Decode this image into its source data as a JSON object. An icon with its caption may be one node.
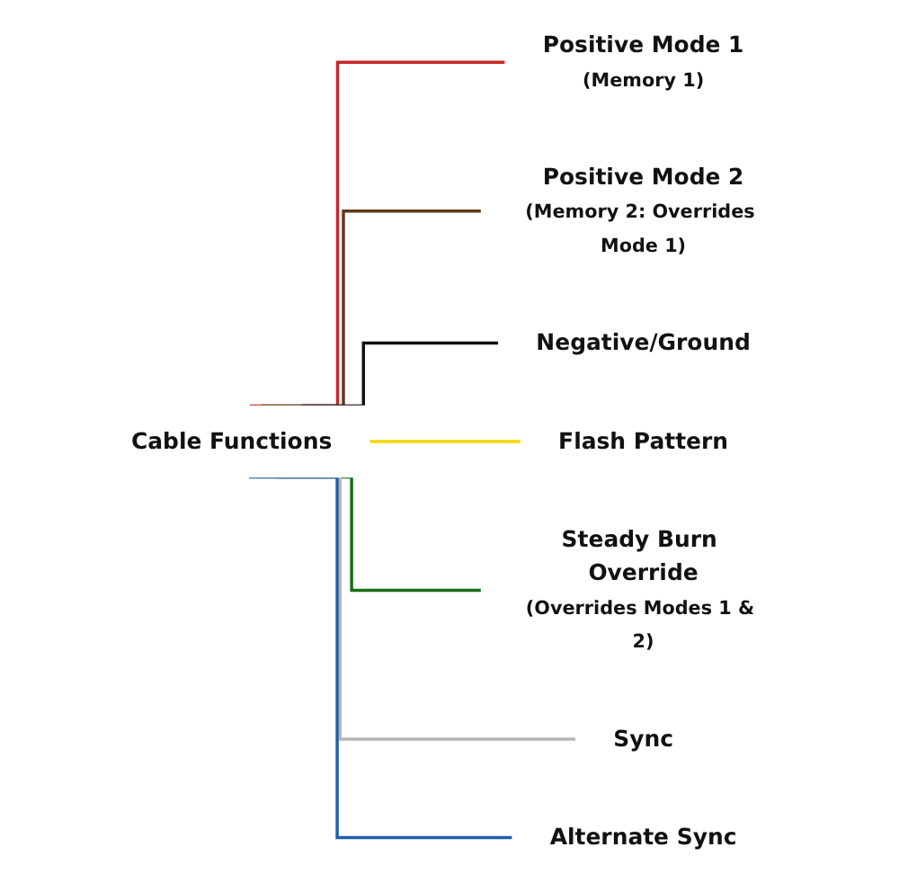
{
  "diagram": {
    "nodes": [
      {
        "text": [
          "Cable Functions"
        ]
      },
      {
        "text": [
          "Positive Mode 1",
          "(Memory 1)"
        ]
      },
      {
        "text": [
          "Positive Mode 2",
          "(Memory 2: Overrides Mode 1)"
        ]
      },
      {
        "text": [
          "Negative/Ground"
        ]
      },
      {
        "text": [
          "Flash Pattern"
        ]
      },
      {
        "text": [
          "Steady Burn Override",
          "(Overrides Modes 1 & 2)"
        ]
      },
      {
        "text": [
          "Sync"
        ]
      },
      {
        "text": [
          "Alternate Sync"
        ]
      }
    ],
    "edges": [
      {
        "from": 0,
        "to": 1,
        "arrow": "none",
        "color": "#c62828"
      },
      {
        "from": 0,
        "to": 2,
        "arrow": "none",
        "color": "#5d3a1a"
      },
      {
        "from": 0,
        "to": 3,
        "arrow": "none",
        "color": "#111111"
      },
      {
        "from": 0,
        "to": 4,
        "arrow": "none",
        "color": "#f2d600"
      },
      {
        "from": 0,
        "to": 5,
        "arrow": "none",
        "color": "#1b6e1b"
      },
      {
        "from": 0,
        "to": 6,
        "arrow": "none",
        "color": "#b5b5b5"
      },
      {
        "from": 0,
        "to": 7,
        "arrow": "none",
        "color": "#1f5fa8"
      }
    ]
  }
}
